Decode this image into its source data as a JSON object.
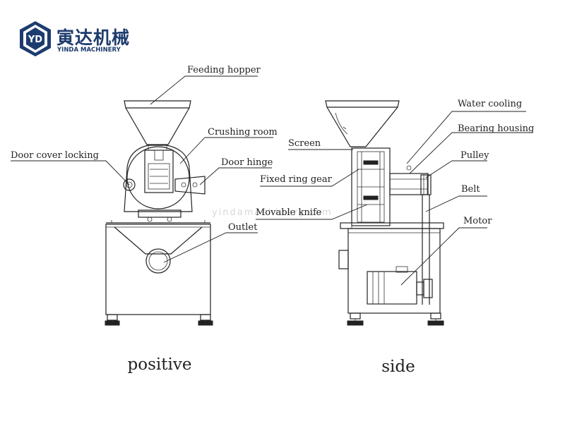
{
  "logo": {
    "monogram": "YD",
    "name_cn": "寅达机械",
    "name_en": "YINDA MACHINERY"
  },
  "watermark": "yindamachinery.com",
  "labels": {
    "feeding_hopper": "Feeding hopper",
    "crushing_room": "Crushing room",
    "door_cover_locking": "Door cover locking",
    "door_hinge": "Door hinge",
    "outlet": "Outlet",
    "screen": "Screen",
    "water_cooling": "Water cooling",
    "bearing_housing": "Bearing housing",
    "pulley": "Pulley",
    "fixed_ring_gear": "Fixed ring gear",
    "belt": "Belt",
    "movable_knife": "Movable knife",
    "motor": "Motor"
  },
  "views": {
    "front": "positive",
    "side": "side"
  }
}
